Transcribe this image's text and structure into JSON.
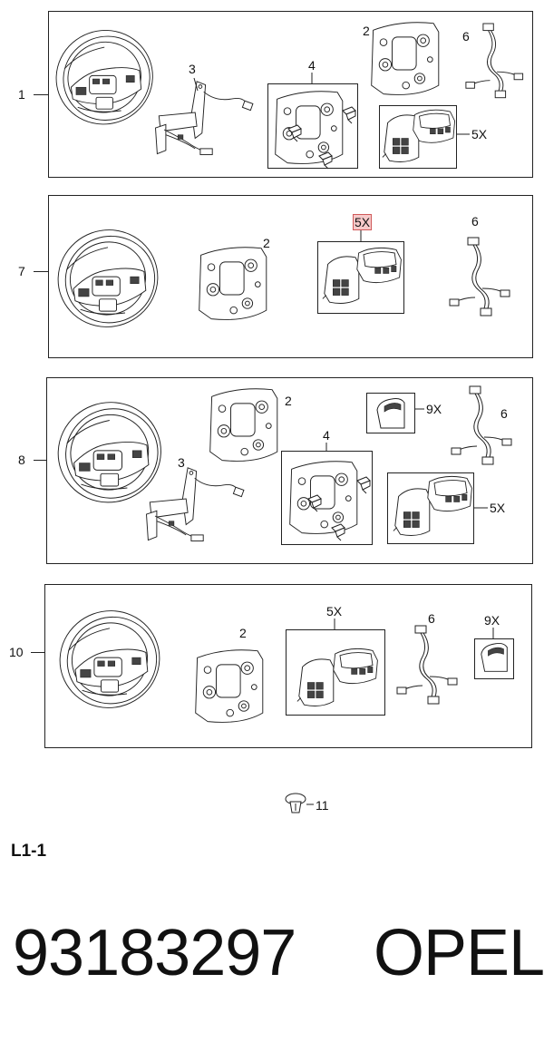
{
  "rows": [
    {
      "label": "1",
      "callouts": [
        "2",
        "3",
        "4",
        "5X",
        "6"
      ]
    },
    {
      "label": "7",
      "callouts": [
        "2",
        "5X",
        "6"
      ]
    },
    {
      "label": "8",
      "callouts": [
        "2",
        "3",
        "4",
        "5X",
        "6",
        "9X"
      ]
    },
    {
      "label": "10",
      "callouts": [
        "2",
        "5X",
        "6",
        "9X"
      ]
    }
  ],
  "loose_part": {
    "callout": "11"
  },
  "section_code": "L1-1",
  "part_number": "93183297",
  "brand": "OPEL",
  "colors": {
    "line": "#222222",
    "highlight_fill": "#f6caca",
    "highlight_border": "#d05a5a"
  },
  "icons": [
    "steering-wheel-icon",
    "bracket-harness-icon",
    "switch-plate-icon",
    "screw-icon",
    "control-pad-icon",
    "switch-module-icon",
    "wiring-harness-icon",
    "cover-cap-icon",
    "clip-fastener-icon"
  ]
}
